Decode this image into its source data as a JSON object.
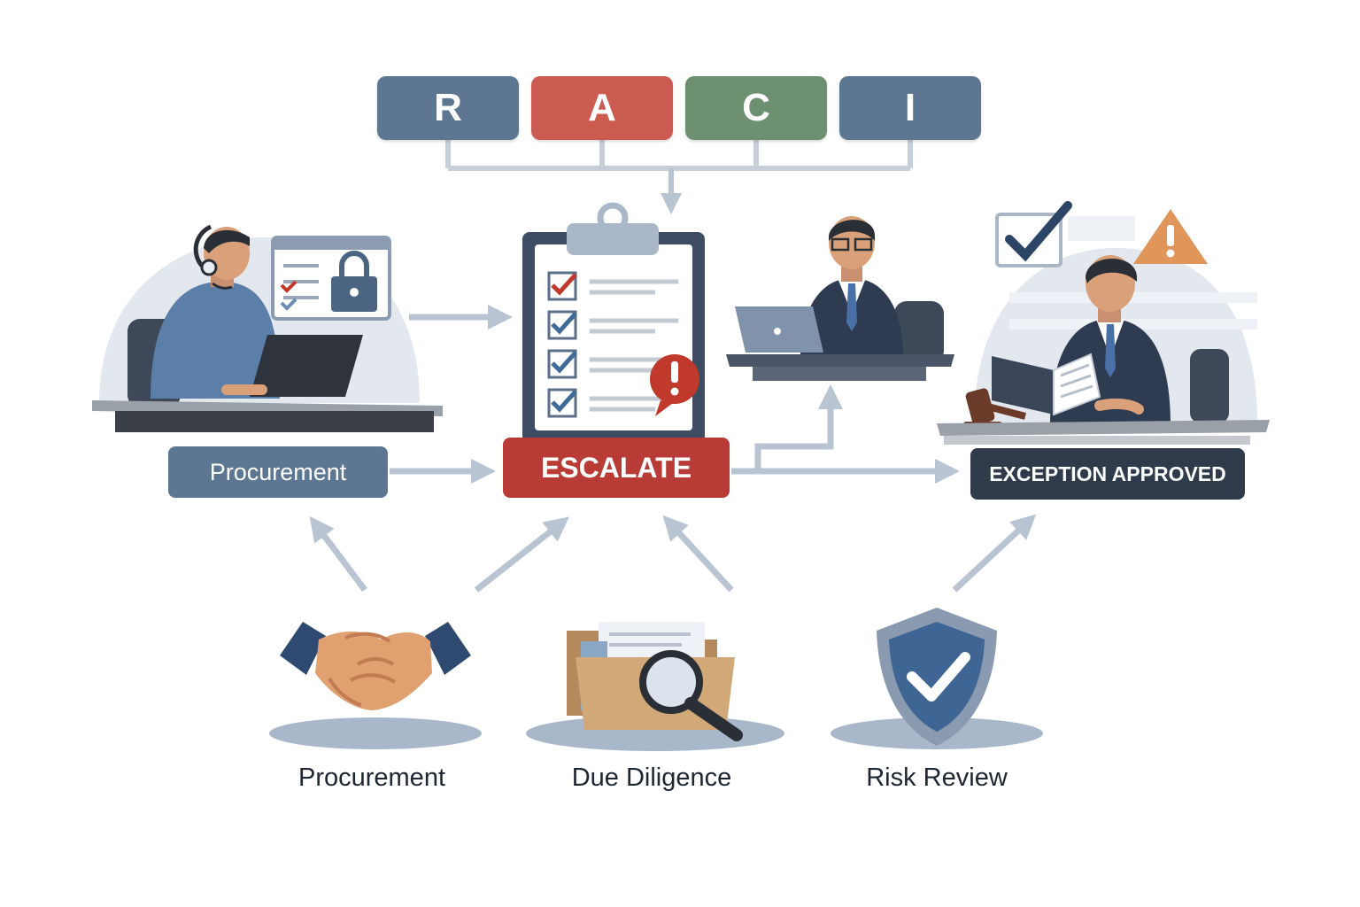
{
  "raci": [
    {
      "letter": "R",
      "color": "#5d7691"
    },
    {
      "letter": "A",
      "color": "#cb5a50"
    },
    {
      "letter": "C",
      "color": "#6d9170"
    },
    {
      "letter": "I",
      "color": "#5d7691"
    }
  ],
  "labels": {
    "procurement_box": "Procurement",
    "escalate": "ESCALATE",
    "exception": "EXCEPTION APPROVED"
  },
  "bottom": [
    {
      "label": "Procurement",
      "icon": "handshake-icon"
    },
    {
      "label": "Due Diligence",
      "icon": "folder-magnifier-icon"
    },
    {
      "label": "Risk Review",
      "icon": "shield-check-icon"
    }
  ],
  "colors": {
    "navy": "#394e6d",
    "red": "#b83c35",
    "dark": "#2f3a4a",
    "slate": "#5d7691",
    "arrow": "#b9c4d2"
  }
}
